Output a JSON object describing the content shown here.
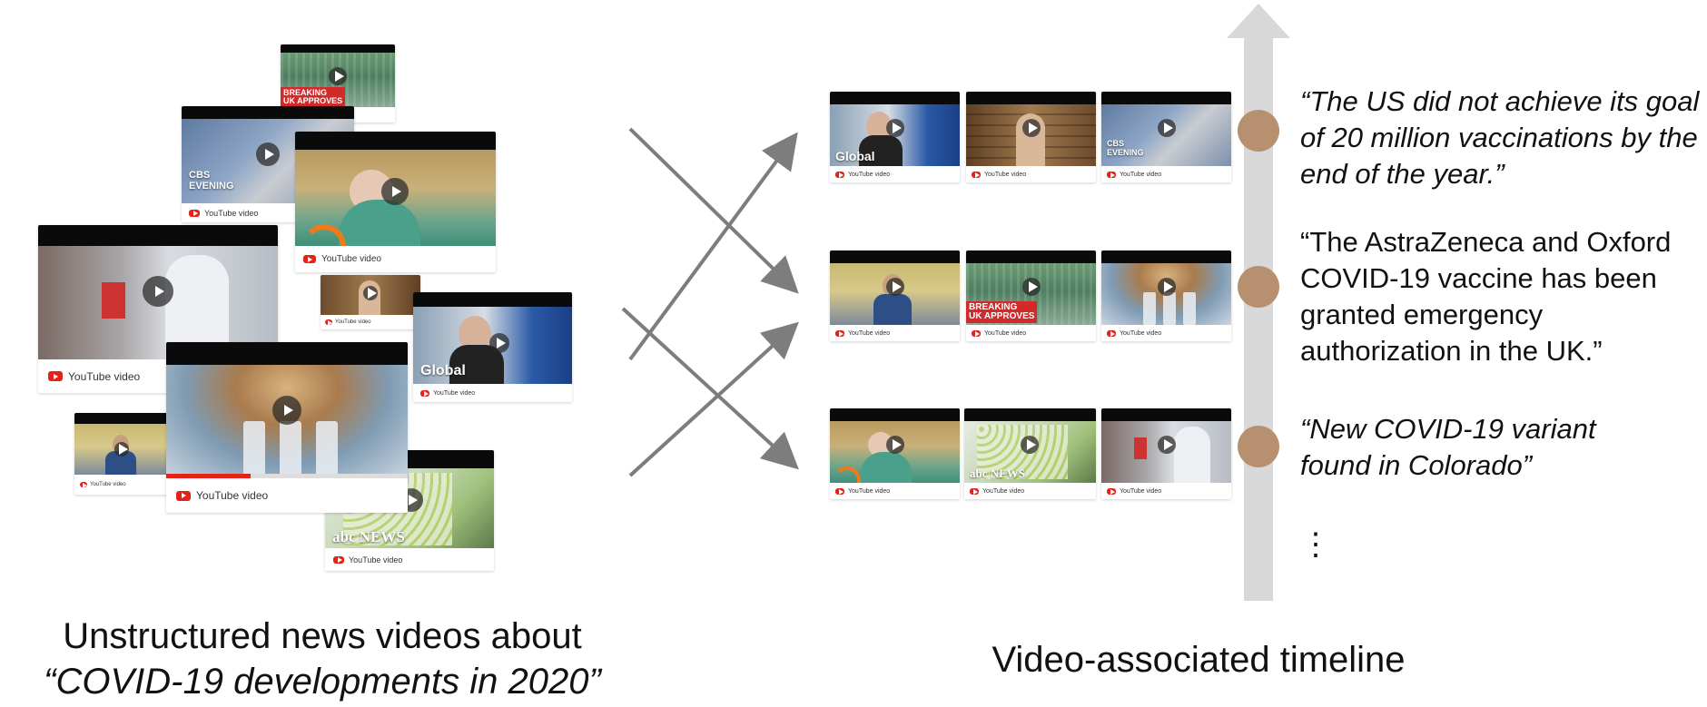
{
  "youtube_label": "YouTube video",
  "overlays": {
    "global": "Global",
    "cbs": "CBS",
    "evening": "EVENING",
    "abc_news": "abc NEWS",
    "breaking": "BREAKING",
    "uk_approves": "UK APPROVES"
  },
  "left_caption": {
    "line1": "Unstructured news videos about",
    "line2": "“COVID-19 developments in 2020”"
  },
  "right_caption": "Video-associated timeline",
  "timeline": [
    {
      "text": "“The US did not achieve its goal of 20 million vaccinations by the end of the year.”",
      "italic": true
    },
    {
      "text": "“The AstraZeneca and Oxford COVID-19 vaccine has been granted emergency authorization in the UK.”",
      "italic": false
    },
    {
      "text": "“New COVID-19 variant found in Colorado”",
      "italic": true
    }
  ],
  "ellipsis": "⋮",
  "colors": {
    "timeline_bar": "#d8d8d8",
    "timeline_dot": "#b7906f",
    "arrow": "#7d7d7d",
    "youtube_red": "#e62117"
  }
}
